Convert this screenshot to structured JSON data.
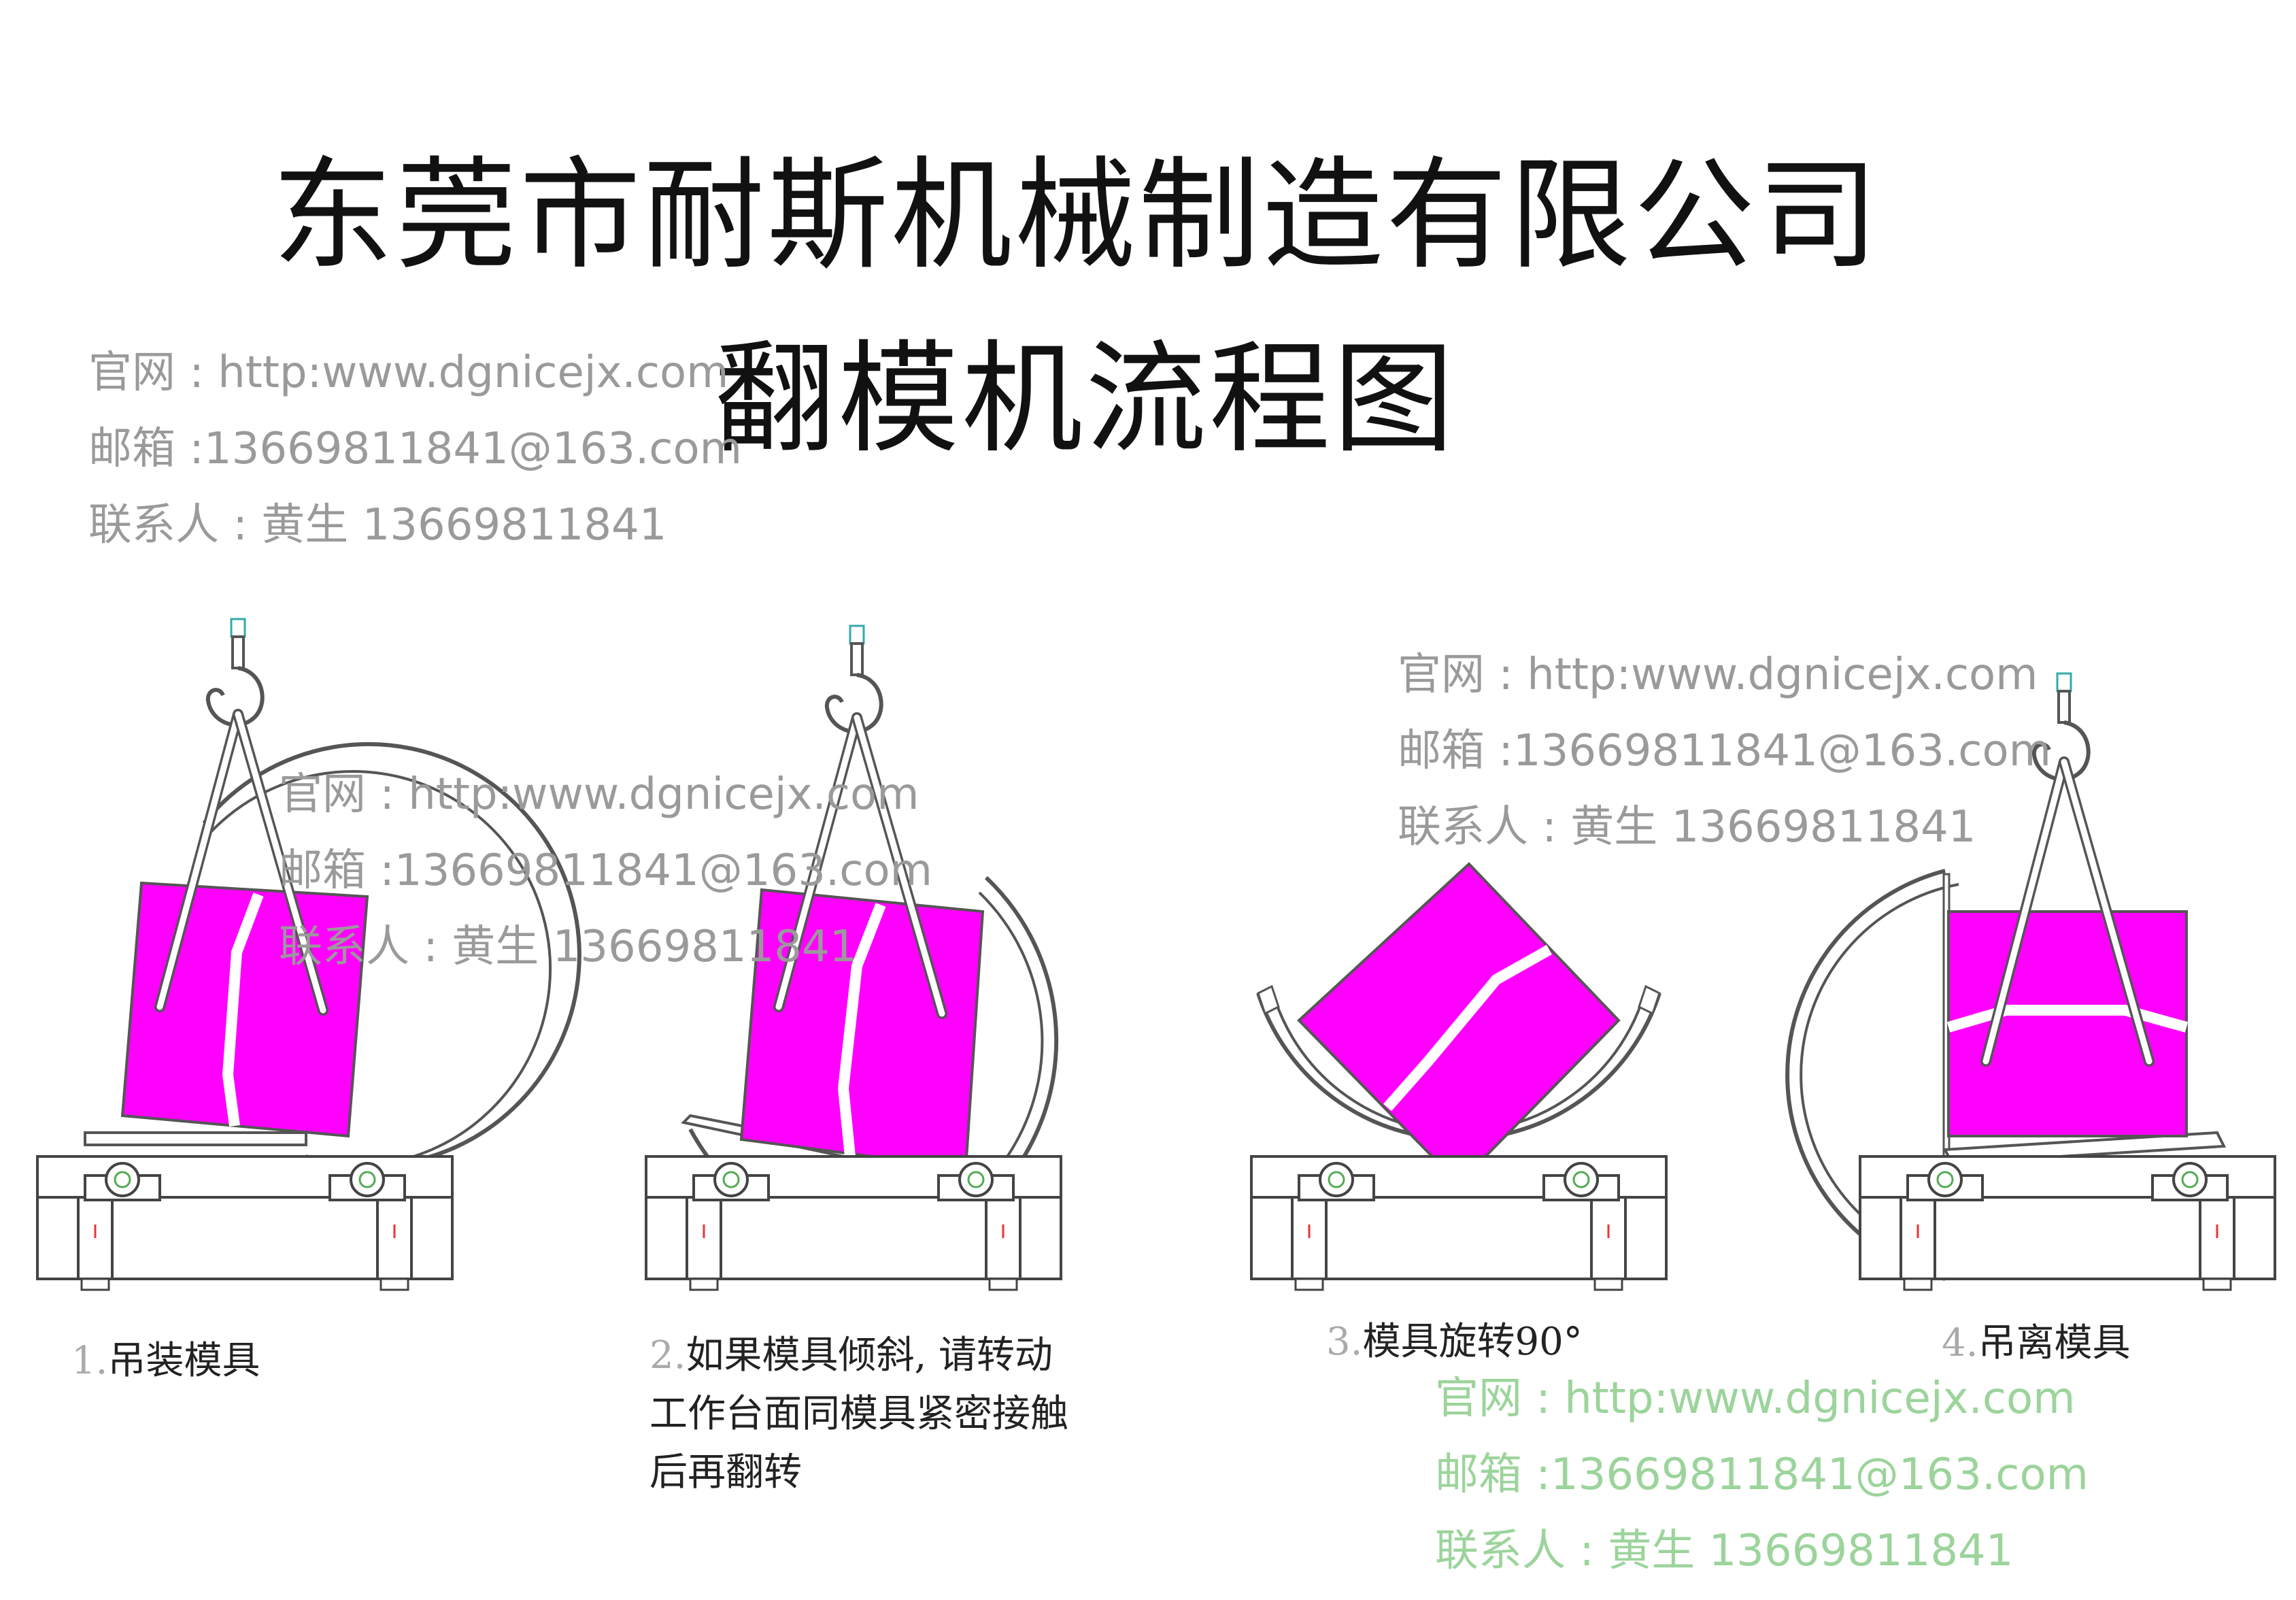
{
  "header": {
    "company": "东莞市耐斯机械制造有限公司",
    "subtitle": "翻模机流程图"
  },
  "contact": {
    "site": "官网 : http:www.dgnicejx.com",
    "email": "邮箱 :13669811841@163.com",
    "person": "联系人 : 黄生 13669811841"
  },
  "steps": [
    {
      "num": "1.",
      "text": "吊装模具"
    },
    {
      "num": "2.",
      "text": "如果模具倾斜, 请转动",
      "line2": "工作台面同模具紧密接触",
      "line3": "后再翻转"
    },
    {
      "num": "3.",
      "text": "模具旋转90°"
    },
    {
      "num": "4.",
      "text": "吊离模具"
    }
  ],
  "colors": {
    "mold": "#ff00ff",
    "watermark_gray": "#9a9a9a",
    "watermark_green": "#9cd49c",
    "line": "#555555"
  }
}
